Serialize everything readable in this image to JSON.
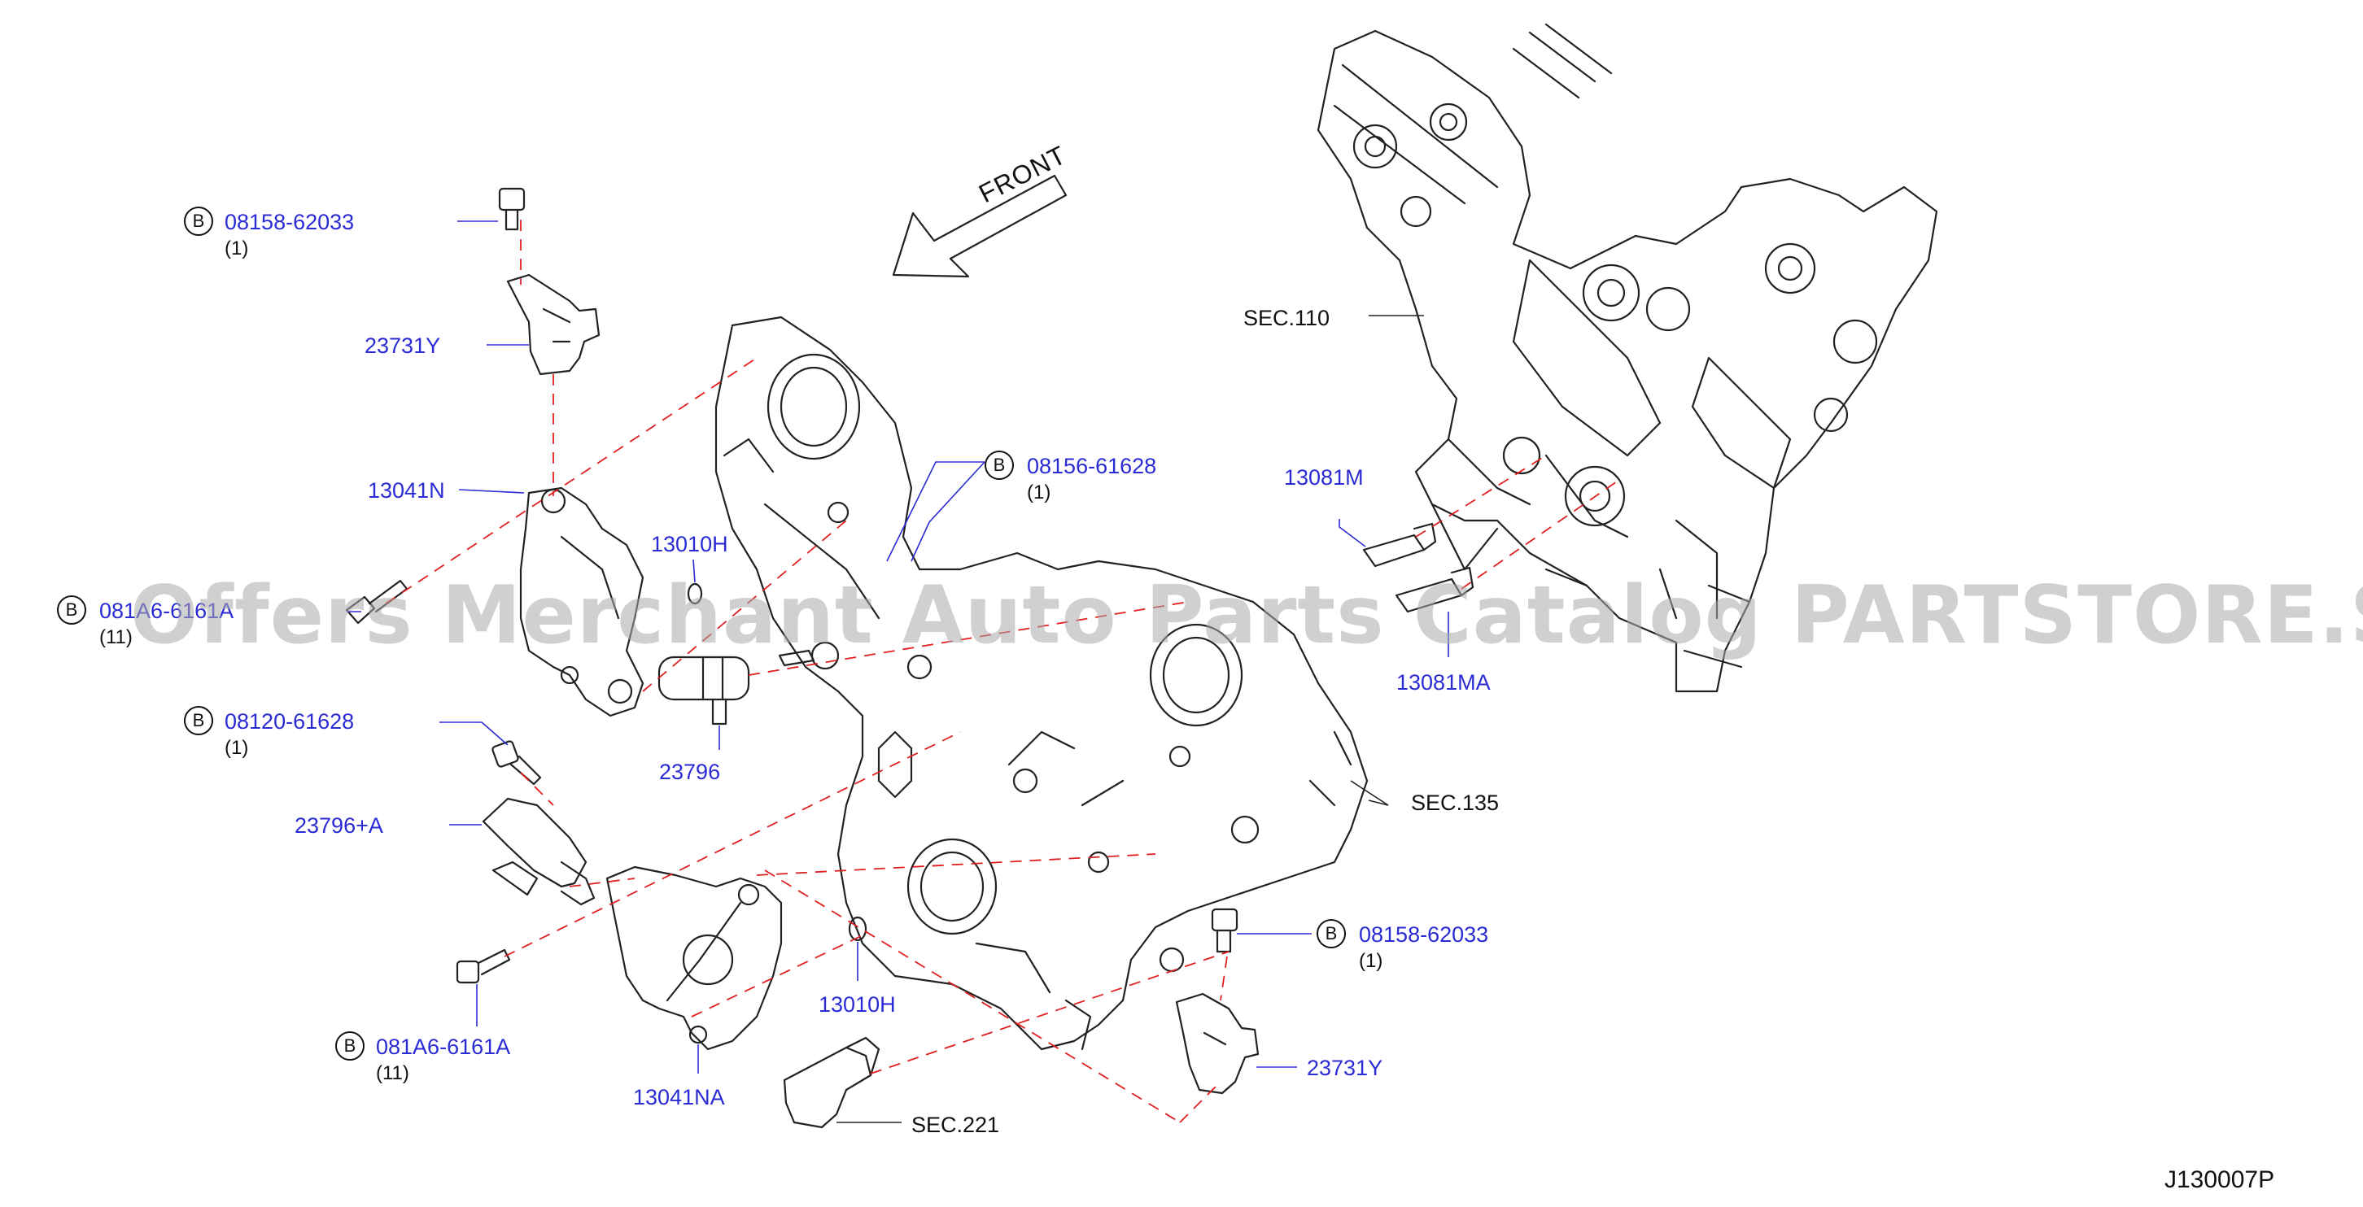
{
  "diagram": {
    "front_label": "FRONT",
    "diagram_code": "J130007P",
    "watermark": "Offers Merchant Auto Parts Catalog PARTSTORE.SA",
    "bolt_marker": "B",
    "colors": {
      "part_number": "#2b2bd6",
      "line_art": "#222222",
      "dashed_leader": "#e02020",
      "watermark": "#aaaaaa"
    },
    "callouts": {
      "bolt_top": {
        "part": "08158-62033",
        "qty": "(1)"
      },
      "sensor_top": {
        "part": "23731Y"
      },
      "vtc_cover_left": {
        "part": "13041N"
      },
      "bolt_left": {
        "part": "081A6-6161A",
        "qty": "(11)"
      },
      "oring_upper": {
        "part": "13010H"
      },
      "solenoid_upper": {
        "part": "23796"
      },
      "bolt_mid": {
        "part": "08156-61628",
        "qty": "(1)"
      },
      "bolt_lower_left": {
        "part": "08120-61628",
        "qty": "(1)"
      },
      "solenoid_lower": {
        "part": "23796+A"
      },
      "bolt_bottom_left": {
        "part": "081A6-6161A",
        "qty": "(11)"
      },
      "vtc_cover_right": {
        "part": "13041NA"
      },
      "oring_lower": {
        "part": "13010H"
      },
      "bolt_right": {
        "part": "08158-62033",
        "qty": "(1)"
      },
      "sensor_right": {
        "part": "23731Y"
      },
      "dowel_m": {
        "part": "13081M"
      },
      "dowel_ma": {
        "part": "13081MA"
      }
    },
    "section_refs": {
      "sec110": "SEC.110",
      "sec135": "SEC.135",
      "sec221": "SEC.221"
    }
  }
}
